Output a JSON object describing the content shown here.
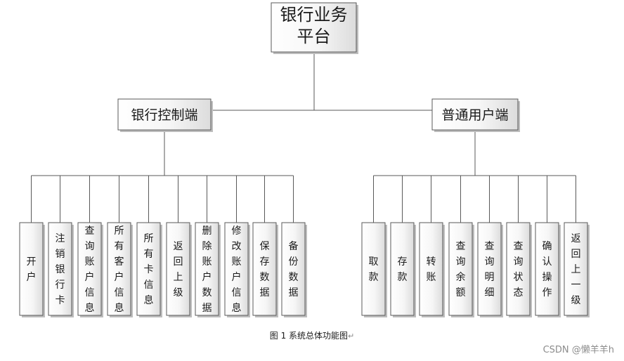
{
  "root": {
    "lines": [
      "银行业务",
      "平台"
    ]
  },
  "branches": [
    {
      "title": "银行控制端",
      "children": [
        "开户",
        "注销银行卡",
        "查询账户信息",
        "所有客户信息",
        "所有卡信息",
        "返回上级",
        "删除账户数据",
        "修改账户信息",
        "保存数据",
        "备份数据"
      ]
    },
    {
      "title": "普通用户端",
      "children": [
        "取款",
        "存款",
        "转账",
        "查询余额",
        "查询明细",
        "查询状态",
        "确认操作",
        "返回上一级"
      ]
    }
  ],
  "caption": {
    "text": "图 1  系统总体功能图",
    "return_mark": "↵"
  },
  "watermark": "CSDN @懒羊羊h"
}
